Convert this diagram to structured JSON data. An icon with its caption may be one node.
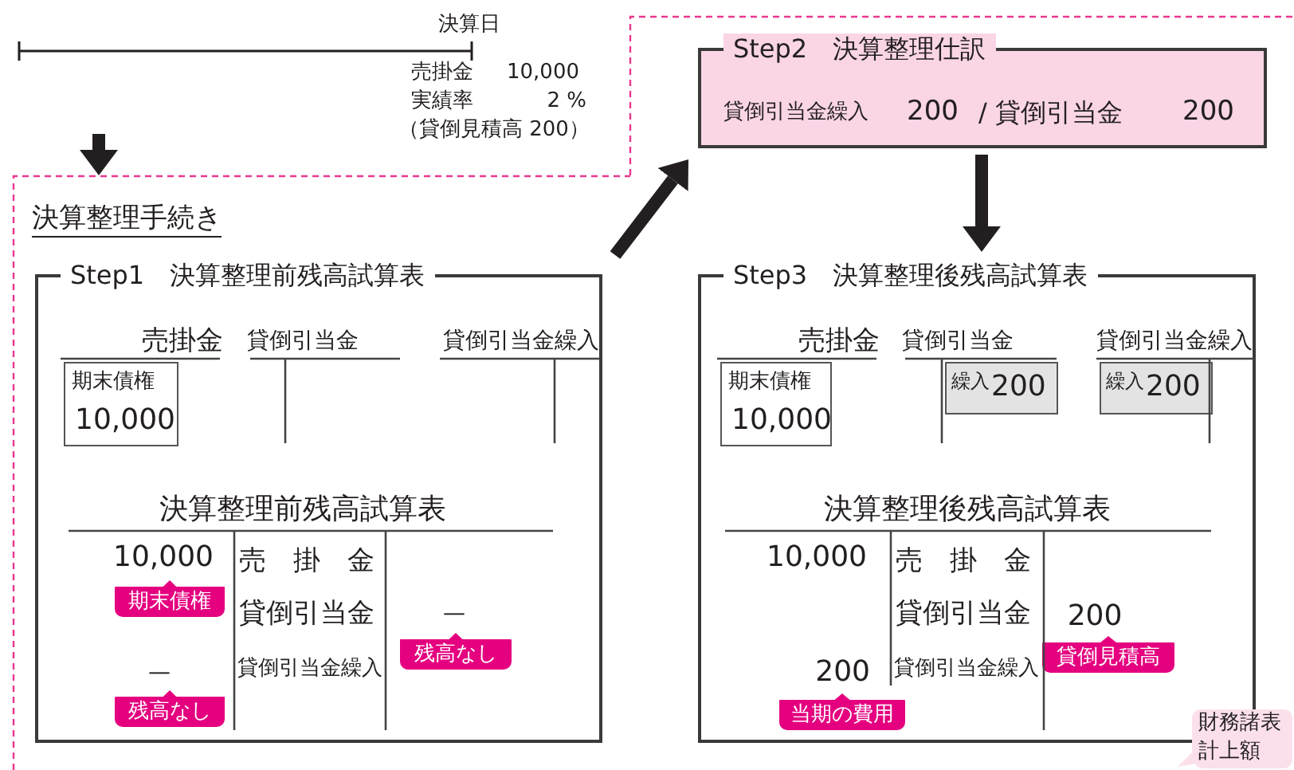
{
  "diagram": {
    "nodes": [
      {
        "text": [
          "決算整理手続き"
        ]
      },
      {
        "text": [
          "Step1　決算整理前残高試算表"
        ],
        "in": 0
      },
      {
        "text": [
          "期末債権",
          "10,000"
        ],
        "in": 1
      },
      {
        "text": [
          "期末債権"
        ],
        "in": 1
      },
      {
        "text": [
          "残高なし"
        ],
        "in": 1
      },
      {
        "text": [
          "残高なし"
        ],
        "in": 1
      },
      {
        "text": [
          "Step2　決算整理仕訳",
          "貸倒引当金繰入",
          "200",
          "/ 貸倒引当金",
          "200"
        ]
      },
      {
        "text": [
          "Step3　決算整理後残高試算表"
        ],
        "in": 0
      },
      {
        "text": [
          "期末債権",
          "10,000"
        ],
        "in": 7
      },
      {
        "text": [
          "繰入",
          "200"
        ],
        "in": 7
      },
      {
        "text": [
          "繰入",
          "200"
        ],
        "in": 7
      },
      {
        "text": [
          "貸倒見積高"
        ],
        "in": 7
      },
      {
        "text": [
          "当期の費用"
        ],
        "in": 7
      },
      {
        "text": [
          "財務諸表計上額"
        ]
      }
    ],
    "edges": [
      {
        "from": null,
        "to": 0,
        "arrow": "to"
      },
      {
        "from": 1,
        "to": 6,
        "arrow": "to"
      },
      {
        "from": 6,
        "to": 7,
        "arrow": "to"
      }
    ],
    "labels": [
      "決算日",
      "売掛金",
      "10,000",
      "実績率",
      "2 %",
      "（貸倒見積高 200）",
      "売掛金",
      "貸倒引当金",
      "貸倒引当金繰入",
      "決算整理前残高試算表",
      "10,000",
      "売　掛　金",
      "貸倒引当金",
      "—",
      "—",
      "貸倒引当金繰入",
      "売掛金",
      "貸倒引当金",
      "貸倒引当金繰入",
      "決算整理後残高試算表",
      "10,000",
      "売　掛　金",
      "貸倒引当金",
      "200",
      "200",
      "貸倒引当金繰入"
    ]
  }
}
